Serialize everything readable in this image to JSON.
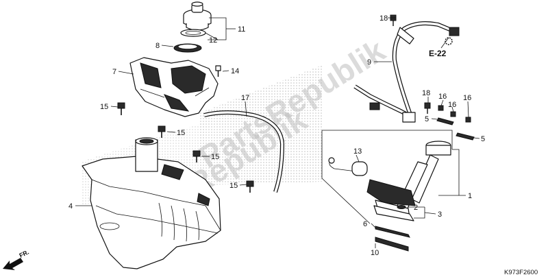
{
  "watermark": {
    "line1": "PartsRepublik",
    "line2": "PartsRepublik"
  },
  "ref_code": "E-22",
  "diagram_code": "K973F2600",
  "direction_label": "FR.",
  "callouts": {
    "c1": "1",
    "c2": "2",
    "c3": "3",
    "c4": "4",
    "c5a": "5",
    "c5b": "5",
    "c6": "6",
    "c7": "7",
    "c8": "8",
    "c9": "9",
    "c10": "10",
    "c11": "11",
    "c12": "12",
    "c13": "13",
    "c14": "14",
    "c15a": "15",
    "c15b": "15",
    "c15c": "15",
    "c15d": "15",
    "c16a": "16",
    "c16b": "16",
    "c16c": "16",
    "c17": "17",
    "c18a": "18",
    "c18b": "18"
  }
}
